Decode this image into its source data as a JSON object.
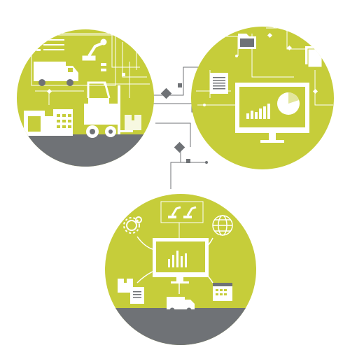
{
  "colors": {
    "accent": "#c6cd3a",
    "ground": "#6f7276",
    "line": "#ffffff",
    "device": "#ffffff",
    "connector": "#6f7276",
    "node": "#6f7276"
  },
  "scenes": [
    {
      "name": "industrial-logistics",
      "icons": [
        "factory-icon",
        "truck-icon",
        "forklift-icon",
        "robot-arm-icon",
        "box-icon",
        "keypad-machine-icon"
      ]
    },
    {
      "name": "data-center",
      "icons": [
        "monitor-icon",
        "bar-chart-icon",
        "pie-chart-icon",
        "folder-icon",
        "document-icon"
      ]
    },
    {
      "name": "connected-workflow",
      "icons": [
        "monitor-icon",
        "gears-icon",
        "globe-icon",
        "robot-arm-icon",
        "box-icon",
        "document-icon",
        "calendar-icon",
        "truck-icon"
      ]
    }
  ]
}
